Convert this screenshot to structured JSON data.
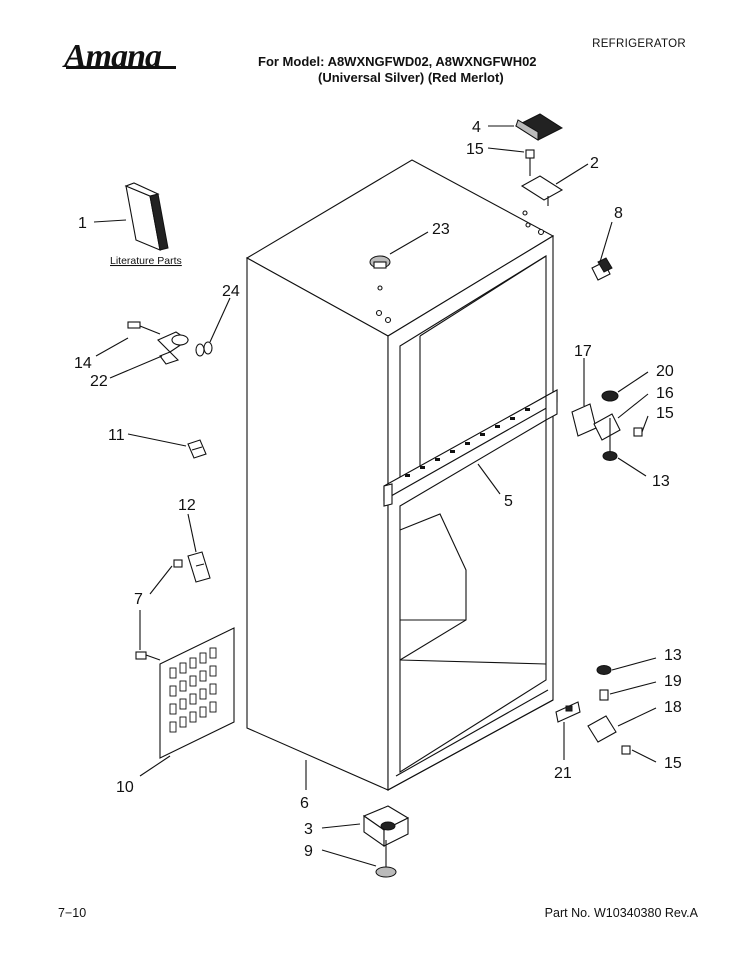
{
  "header": {
    "brand": "Amana",
    "model_line1": "For Model: A8WXNGFWD02, A8WXNGFWH02",
    "model_line2": "(Universal Silver)    (Red Merlot)",
    "category": "REFRIGERATOR"
  },
  "footer": {
    "page": "7−10",
    "part_number": "Part No. W10340380 Rev.A"
  },
  "literature_label": "Literature Parts",
  "callouts": [
    {
      "id": "c1",
      "label": "1"
    },
    {
      "id": "c2",
      "label": "2"
    },
    {
      "id": "c3",
      "label": "3"
    },
    {
      "id": "c4",
      "label": "4"
    },
    {
      "id": "c5",
      "label": "5"
    },
    {
      "id": "c6",
      "label": "6"
    },
    {
      "id": "c7",
      "label": "7"
    },
    {
      "id": "c8",
      "label": "8"
    },
    {
      "id": "c9",
      "label": "9"
    },
    {
      "id": "c10",
      "label": "10"
    },
    {
      "id": "c11",
      "label": "11"
    },
    {
      "id": "c12",
      "label": "12"
    },
    {
      "id": "c13a",
      "label": "13"
    },
    {
      "id": "c13b",
      "label": "13"
    },
    {
      "id": "c14",
      "label": "14"
    },
    {
      "id": "c15a",
      "label": "15"
    },
    {
      "id": "c15b",
      "label": "15"
    },
    {
      "id": "c15c",
      "label": "15"
    },
    {
      "id": "c16",
      "label": "16"
    },
    {
      "id": "c17",
      "label": "17"
    },
    {
      "id": "c18",
      "label": "18"
    },
    {
      "id": "c19",
      "label": "19"
    },
    {
      "id": "c20",
      "label": "20"
    },
    {
      "id": "c21",
      "label": "21"
    },
    {
      "id": "c22",
      "label": "22"
    },
    {
      "id": "c23",
      "label": "23"
    },
    {
      "id": "c24",
      "label": "24"
    }
  ]
}
